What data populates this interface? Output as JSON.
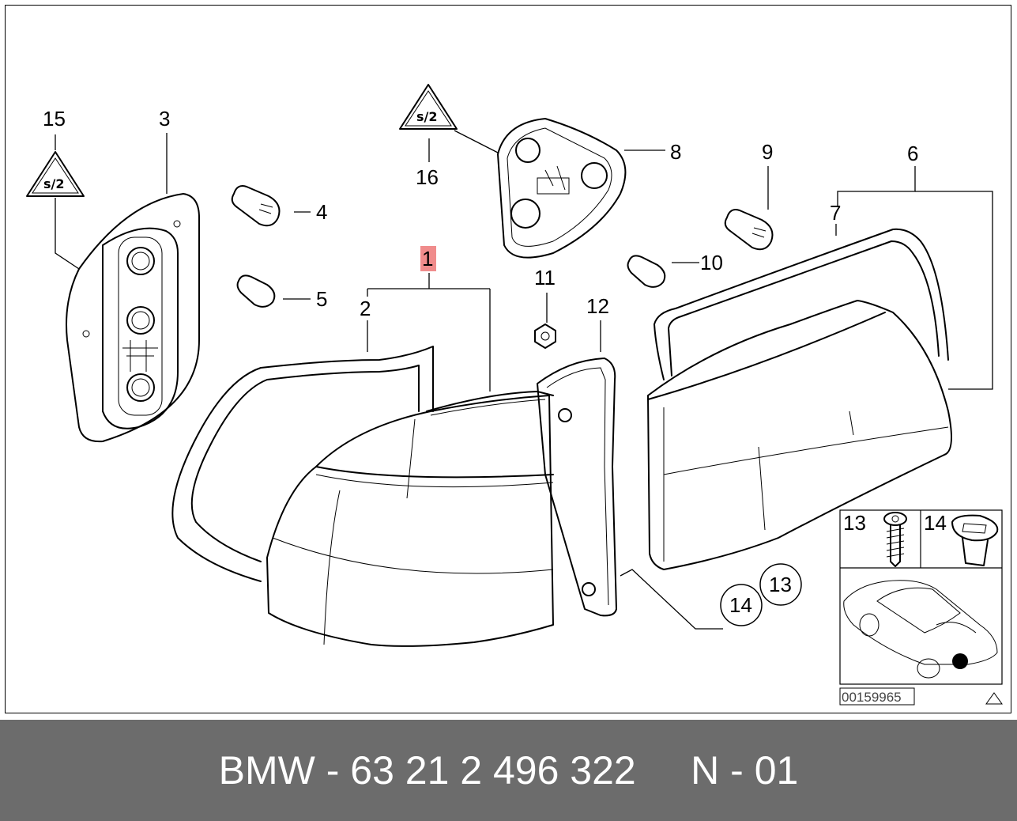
{
  "diagram": {
    "callouts": {
      "c1": "1",
      "c2": "2",
      "c3": "3",
      "c4": "4",
      "c5": "5",
      "c6": "6",
      "c7": "7",
      "c8": "8",
      "c9": "9",
      "c10": "10",
      "c11": "11",
      "c12": "12",
      "c13": "13",
      "c14": "14",
      "c15": "15",
      "c16": "16"
    },
    "inset": {
      "label_13": "13",
      "label_14": "14"
    },
    "drawing_number": "00159965",
    "highlight_color": "#f08c8c",
    "line_color": "#000000"
  },
  "footer": {
    "part_number": "BMW - 63 21 2 496 322     N - 01",
    "bar_color": "#6c6c6c"
  }
}
